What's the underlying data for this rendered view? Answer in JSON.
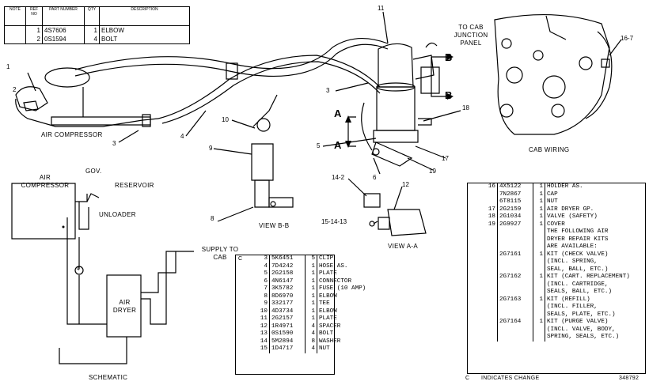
{
  "top_table": {
    "headers": [
      "NOTE",
      "REF NO",
      "PART NUMBER",
      "QTY",
      "DESCRIPTION"
    ],
    "rows": [
      {
        "note": "",
        "ref": "1",
        "part": "4S7606",
        "qty": "1",
        "desc": "ELBOW"
      },
      {
        "note": "",
        "ref": "2",
        "part": "0S1594",
        "qty": "4",
        "desc": "BOLT"
      }
    ]
  },
  "labels": {
    "air_compressor": "AIR COMPRESSOR",
    "to_cab_junction_panel": "TO CAB JUNCTION PANEL",
    "cab_wiring": "CAB WIRING",
    "view_bb": "VIEW B-B",
    "view_aa": "VIEW A-A",
    "schematic": "SCHEMATIC",
    "supply_to_cab": "SUPPLY TO CAB",
    "gov": "GOV.",
    "reservoir": "RESERVOIR",
    "unloader": "UNLOADER",
    "sch_air_compressor": "AIR COMPRESSOR",
    "air_dryer": "AIR DRYER",
    "section_a": "A",
    "section_b": "B",
    "circle_4": "4"
  },
  "callouts": [
    "1",
    "2",
    "3",
    "4",
    "3",
    "5",
    "6",
    "11",
    "18",
    "17",
    "19",
    "10",
    "9",
    "8",
    "14-2",
    "12",
    "15-14-13",
    "16-7"
  ],
  "parts_middle": {
    "note": "C",
    "rows": [
      {
        "ref": "3",
        "part": "5K6451",
        "qty": "5",
        "desc": "CLIP"
      },
      {
        "ref": "4",
        "part": "7D4242",
        "qty": "1",
        "desc": "HOSE AS."
      },
      {
        "ref": "5",
        "part": "2G2158",
        "qty": "1",
        "desc": "PLATE"
      },
      {
        "ref": "6",
        "part": "4N6147",
        "qty": "1",
        "desc": "CONNECTOR"
      },
      {
        "ref": "7",
        "part": "3K5782",
        "qty": "1",
        "desc": "FUSE (10 AMP)"
      },
      {
        "ref": "8",
        "part": "8D6970",
        "qty": "1",
        "desc": "ELBOW"
      },
      {
        "ref": "9",
        "part": "332177",
        "qty": "1",
        "desc": "TEE"
      },
      {
        "ref": "10",
        "part": "4D3734",
        "qty": "1",
        "desc": "ELBOW"
      },
      {
        "ref": "11",
        "part": "2G2157",
        "qty": "1",
        "desc": "PLATE"
      },
      {
        "ref": "12",
        "part": "1R4971",
        "qty": "4",
        "desc": "SPACER"
      },
      {
        "ref": "13",
        "part": "0S1590",
        "qty": "4",
        "desc": "BOLT"
      },
      {
        "ref": "14",
        "part": "5M2894",
        "qty": "8",
        "desc": "WASHER"
      },
      {
        "ref": "15",
        "part": "1D4717",
        "qty": "4",
        "desc": "NUT"
      }
    ]
  },
  "parts_right": {
    "rows": [
      {
        "note": "",
        "ref": "16",
        "part": "4X5122",
        "qty": "1",
        "desc": "HOLDER AS."
      },
      {
        "note": "",
        "ref": "",
        "part": "7N2867",
        "qty": "1",
        "desc": "  CAP"
      },
      {
        "note": "",
        "ref": "",
        "part": "6T8115",
        "qty": "1",
        "desc": "  NUT"
      },
      {
        "note": "",
        "ref": "17",
        "part": "2G2159",
        "qty": "1",
        "desc": "AIR DRYER GP."
      },
      {
        "note": "",
        "ref": "18",
        "part": "2G1034",
        "qty": "1",
        "desc": "  VALVE (SAFETY)"
      },
      {
        "note": "",
        "ref": "19",
        "part": "2G9927",
        "qty": "1",
        "desc": "  COVER"
      },
      {
        "note": "",
        "ref": "",
        "part": "",
        "qty": "",
        "desc": "  THE FOLLOWING AIR"
      },
      {
        "note": "",
        "ref": "",
        "part": "",
        "qty": "",
        "desc": "  DRYER REPAIR KITS"
      },
      {
        "note": "",
        "ref": "",
        "part": "",
        "qty": "",
        "desc": "  ARE AVAILABLE:"
      },
      {
        "note": "",
        "ref": "",
        "part": "2G7161",
        "qty": "1",
        "desc": "KIT (CHECK VALVE)"
      },
      {
        "note": "",
        "ref": "",
        "part": "",
        "qty": "",
        "desc": "(INCL. SPRING,"
      },
      {
        "note": "",
        "ref": "",
        "part": "",
        "qty": "",
        "desc": "SEAL, BALL, ETC.)"
      },
      {
        "note": "",
        "ref": "",
        "part": "2G7162",
        "qty": "1",
        "desc": "KIT (CART. REPLACEMENT)"
      },
      {
        "note": "",
        "ref": "",
        "part": "",
        "qty": "",
        "desc": "(INCL. CARTRIDGE,"
      },
      {
        "note": "",
        "ref": "",
        "part": "",
        "qty": "",
        "desc": "SEALS, BALL, ETC.)"
      },
      {
        "note": "",
        "ref": "",
        "part": "2G7163",
        "qty": "1",
        "desc": "KIT (REFILL)"
      },
      {
        "note": "",
        "ref": "",
        "part": "",
        "qty": "",
        "desc": "(INCL. FILLER,"
      },
      {
        "note": "",
        "ref": "",
        "part": "",
        "qty": "",
        "desc": "SEALS, PLATE, ETC.)"
      },
      {
        "note": "",
        "ref": "",
        "part": "2G7164",
        "qty": "1",
        "desc": "KIT (PURGE VALVE)"
      },
      {
        "note": "",
        "ref": "",
        "part": "",
        "qty": "",
        "desc": "(INCL. VALVE, BODY,"
      },
      {
        "note": "",
        "ref": "",
        "part": "",
        "qty": "",
        "desc": "SPRING, SEALS, ETC.)"
      }
    ]
  },
  "footer": {
    "note_c": "C",
    "indicates_change": "INDICATES CHANGE",
    "doc_number": "348792"
  }
}
